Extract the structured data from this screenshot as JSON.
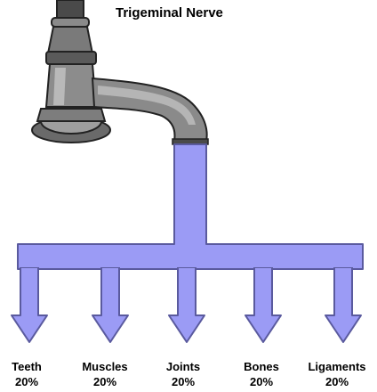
{
  "title": "Trigeminal Nerve",
  "branches": [
    {
      "name": "Teeth",
      "percent": "20%"
    },
    {
      "name": "Muscles",
      "percent": "20%"
    },
    {
      "name": "Joints",
      "percent": "20%"
    },
    {
      "name": "Bones",
      "percent": "20%"
    },
    {
      "name": "Ligaments",
      "percent": "20%"
    }
  ],
  "colors": {
    "flow": "#9b9bf5",
    "flow_outline": "#5a5a9e",
    "faucet_dark": "#3b3b3b",
    "faucet_mid": "#6d6d6d",
    "faucet_light": "#b5b5b5"
  }
}
